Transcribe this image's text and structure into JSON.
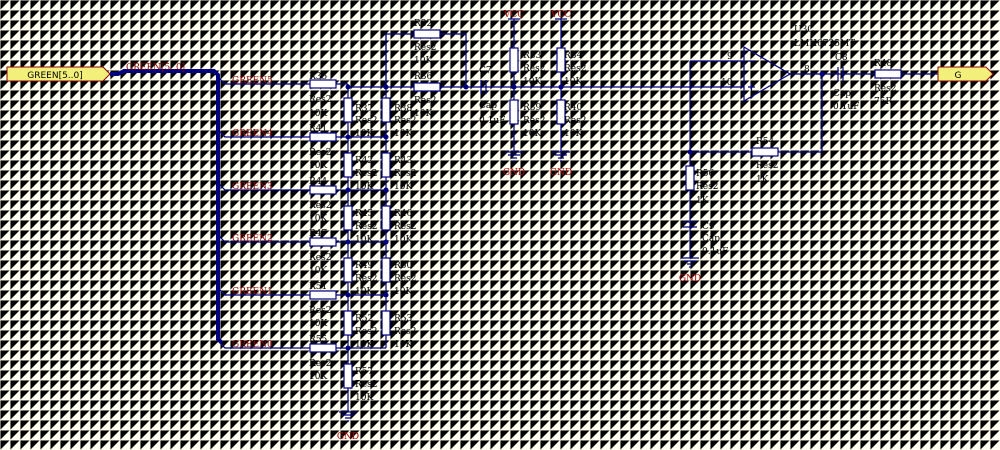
{
  "input_port": "GREEN[5..0]",
  "bus_label": "GREEN[5..0]",
  "output_port": "G",
  "nets": [
    "GREEN5",
    "GREEN4",
    "GREEN3",
    "GREEN2",
    "GREEN1",
    "GREEN0"
  ],
  "power": {
    "vcc": "VCC",
    "gnd": "GND"
  },
  "opamp": {
    "designator": "U3C",
    "part": "LMH6725MT",
    "pin_inv": "9",
    "pin_noninv": "10",
    "pin_out": "8"
  },
  "components": {
    "R35": [
      "R35",
      "Res2",
      "10K"
    ],
    "R37": [
      "R37",
      "Res2",
      "10K"
    ],
    "R38": [
      "R38",
      "Res2",
      "10K"
    ],
    "R41": [
      "R41",
      "Res2",
      "10K"
    ],
    "R42": [
      "R42",
      "Res2",
      "10K"
    ],
    "R43": [
      "R43",
      "Res2",
      "10K"
    ],
    "R44": [
      "R44",
      "Res2",
      "10K"
    ],
    "R45": [
      "R45",
      "Res2",
      "10K"
    ],
    "R46": [
      "R46",
      "Res2",
      "10K"
    ],
    "R47": [
      "R47",
      "Res2",
      "10K"
    ],
    "R49": [
      "R49",
      "Res2",
      "10K"
    ],
    "R50": [
      "R50",
      "Res2",
      "10K"
    ],
    "R51": [
      "R51",
      "Res2",
      "10K"
    ],
    "R52": [
      "R52",
      "Res2",
      "10K"
    ],
    "R53": [
      "R53",
      "Res2",
      "10K"
    ],
    "R55": [
      "R55",
      "Res2",
      "10K"
    ],
    "R57": [
      "R57",
      "Res2",
      "10K"
    ],
    "R32": [
      "R32",
      "Res2",
      "10K"
    ],
    "R36": [
      "R36",
      "Res2",
      "10K"
    ],
    "R33": [
      "R33",
      "Res2",
      "10K"
    ],
    "R39": [
      "R39",
      "Res2",
      "10K"
    ],
    "R34": [
      "R34",
      "Res2",
      "10K"
    ],
    "R40": [
      "R40",
      "Res2",
      "10K"
    ],
    "R54": [
      "R54",
      "Res2",
      "1K"
    ],
    "R56": [
      "R56",
      "Res2",
      "1K"
    ],
    "R48": [
      "R48",
      "Res2",
      "75R"
    ],
    "C7": [
      "C7",
      "Cap",
      "0.1uF"
    ],
    "C8": [
      "C8",
      "Cap",
      "0.1uF"
    ],
    "C9": [
      "C9",
      "Cap",
      "0.1uF"
    ]
  }
}
